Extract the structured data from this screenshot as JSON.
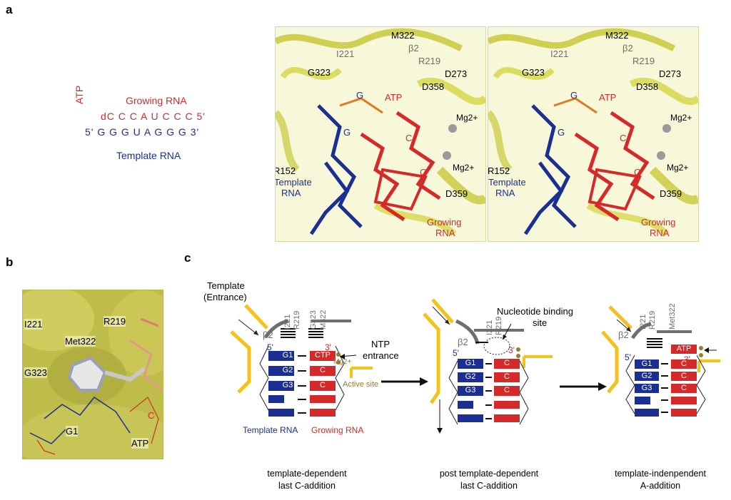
{
  "panels": {
    "a": "a",
    "b": "b",
    "c": "c"
  },
  "colors": {
    "template": "#1b2f93",
    "growing": "#d42a2a",
    "protein": "#d9d94a",
    "gray_loop": "#6e6e6e",
    "active": "#f4c21a"
  },
  "panel_a": {
    "schematic": {
      "atp": "ATP",
      "growing_title": "Growing RNA",
      "growing_seq": "dC  C C A U C C C   5'",
      "template_seq": "5'   G G G U A G G G   3'",
      "template_title": "Template RNA"
    },
    "stereo": {
      "m322": "M322",
      "i221": "I221",
      "b2": "β2",
      "r219": "R219",
      "g323": "G323",
      "d273": "D273",
      "d358": "D358",
      "atp": "ATP",
      "g_top": "G",
      "g_mid": "G",
      "mg": "Mg2+",
      "c1": "C",
      "c2": "C",
      "r152": "R152",
      "template_label_1": "Template",
      "template_label_2": "RNA",
      "d359": "D359",
      "growing_label_1": "Growing",
      "growing_label_2": "RNA"
    }
  },
  "panel_b": {
    "i221": "I221",
    "r219": "R219",
    "met322": "Met322",
    "g323": "G323",
    "c": "C",
    "g1": "G1",
    "atp": "ATP"
  },
  "panel_c": {
    "template_entrance_1": "Template",
    "template_entrance_2": "(Entrance)",
    "ntp_entrance_1": "NTP",
    "ntp_entrance_2": "entrance",
    "active_site": "Active site",
    "legend_template": "Template RNA",
    "legend_growing": "Growing RNA",
    "nucleotide_site_1": "Nucleotide binding",
    "nucleotide_site_2": "site",
    "residues_1": [
      "I221",
      "R219",
      "G323",
      "M322"
    ],
    "residues_2": [
      "I221",
      "R219"
    ],
    "residues_3": [
      "I221",
      "R219",
      "Met322"
    ],
    "beta2": "β2",
    "five_prime": "5'",
    "three_prime": "3'",
    "mg": "Mg2+",
    "state1": {
      "bases_t": [
        "G1",
        "G2",
        "G3"
      ],
      "bases_g": [
        "CTP",
        "C",
        "C"
      ]
    },
    "state2": {
      "bases_t": [
        "G1",
        "G2",
        "G3"
      ],
      "bases_g": [
        "C",
        "C",
        "C"
      ]
    },
    "state3": {
      "bases_t": [
        "G1",
        "G2",
        "G3"
      ],
      "bases_g": [
        "ATP",
        "C",
        "C",
        "C"
      ]
    },
    "caption1_1": "template-dependent",
    "caption1_2": "last C-addition",
    "caption2_1": "post template-dependent",
    "caption2_2": "last C-addition",
    "caption3_1": "template-indenpendent",
    "caption3_2": "A-addition"
  }
}
